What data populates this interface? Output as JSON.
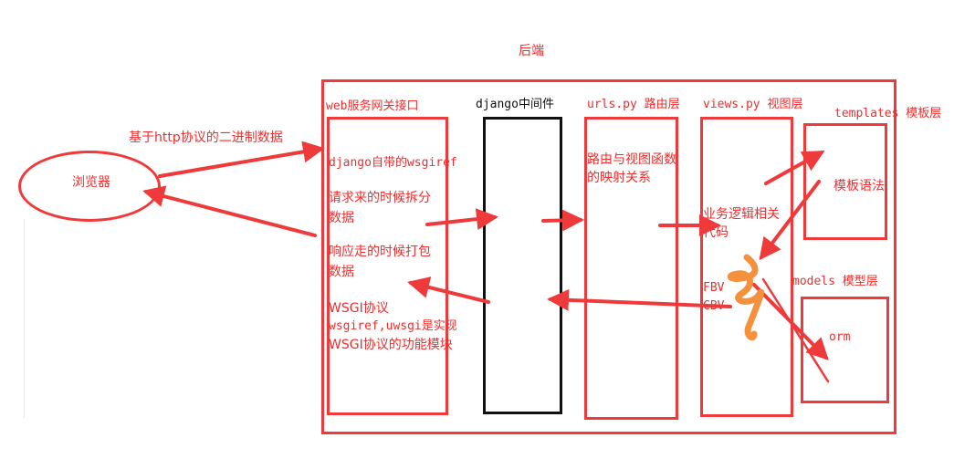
{
  "colors": {
    "accent": "#ee3a3a",
    "black": "#111111",
    "orange": "#f5903d"
  },
  "backend_title": "后端",
  "browser": {
    "label": "浏览器"
  },
  "http_label": "基于http协议的二进制数据",
  "gateway": {
    "title": "web服务网关接口",
    "wsgiref": "django自带的wsgiref",
    "split_line1": "请求来的时候拆分",
    "split_line2": "数据",
    "pack_line1": "响应走的时候打包",
    "pack_line2": "数据",
    "wsgi_line1": "WSGI协议",
    "wsgi_line2": "wsgiref,uwsgi是实现",
    "wsgi_line3": "WSGI协议的功能模块"
  },
  "middleware": {
    "title": "django中间件"
  },
  "urls": {
    "title": "urls.py 路由层",
    "line1": "路由与视图函数",
    "line2": "的映射关系"
  },
  "views": {
    "title": "views.py  视图层",
    "line1": "业务逻辑相关",
    "line2": "代码",
    "fbv": "FBV",
    "cbv": "CBV"
  },
  "templates": {
    "title": "templates 模板层",
    "content": "模板语法"
  },
  "models": {
    "title": "models 模型层",
    "content": "orm"
  }
}
